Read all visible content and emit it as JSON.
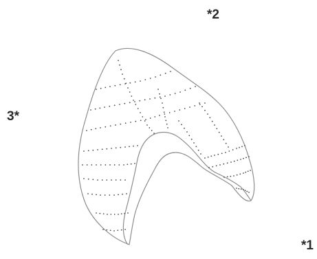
{
  "labels": {
    "marker_2": "*2",
    "marker_3": "3*",
    "marker_1": "*1"
  },
  "colors": {
    "outline": "#8c8c8c",
    "dots": "#4a4a4a",
    "text": "#2a2a2a",
    "background": "#ffffff"
  }
}
